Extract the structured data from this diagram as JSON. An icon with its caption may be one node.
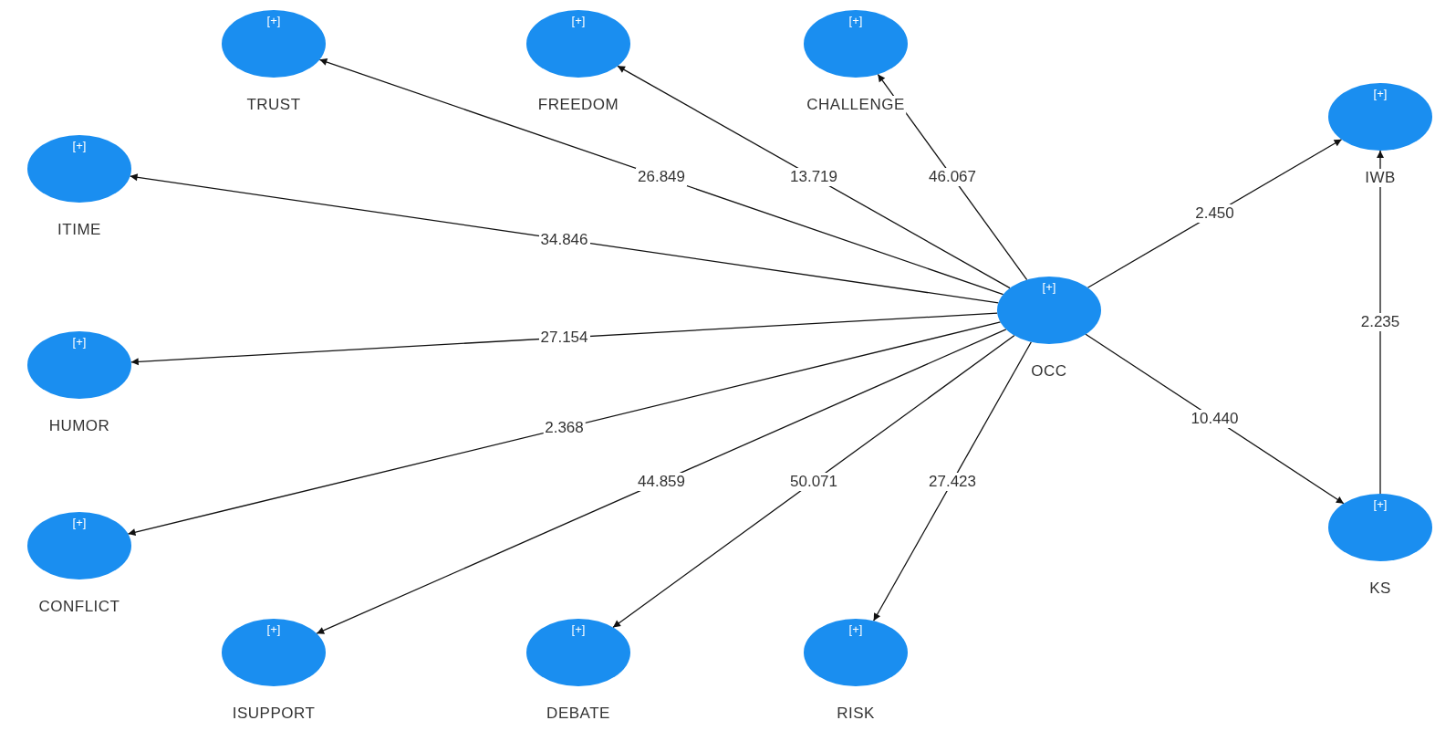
{
  "diagram": {
    "nodes": [
      {
        "text": [
          "[+]",
          "TRUST"
        ]
      },
      {
        "text": [
          "[+]",
          "FREEDOM"
        ]
      },
      {
        "text": [
          "[+]",
          "CHALLENGE"
        ]
      },
      {
        "text": [
          "[+]",
          "IWB"
        ]
      },
      {
        "text": [
          "[+]",
          "ITIME"
        ]
      },
      {
        "text": [
          "[+]",
          "HUMOR"
        ]
      },
      {
        "text": [
          "[+]",
          "OCC"
        ]
      },
      {
        "text": [
          "[+]",
          "CONFLICT"
        ]
      },
      {
        "text": [
          "[+]",
          "KS"
        ]
      },
      {
        "text": [
          "[+]",
          "ISUPPORT"
        ]
      },
      {
        "text": [
          "[+]",
          "DEBATE"
        ]
      },
      {
        "text": [
          "[+]",
          "RISK"
        ]
      }
    ],
    "edges": [
      {
        "from": 6,
        "to": 0,
        "arrow": "to",
        "label": "26.849"
      },
      {
        "from": 6,
        "to": 1,
        "arrow": "to",
        "label": "13.719"
      },
      {
        "from": 6,
        "to": 2,
        "arrow": "to",
        "label": "46.067"
      },
      {
        "from": 6,
        "to": 3,
        "arrow": "to",
        "label": "2.450"
      },
      {
        "from": 6,
        "to": 4,
        "arrow": "to",
        "label": "34.846"
      },
      {
        "from": 6,
        "to": 5,
        "arrow": "to",
        "label": "27.154"
      },
      {
        "from": 6,
        "to": 7,
        "arrow": "to",
        "label": "2.368"
      },
      {
        "from": 6,
        "to": 8,
        "arrow": "to",
        "label": "10.440"
      },
      {
        "from": 8,
        "to": 3,
        "arrow": "to",
        "label": "2.235"
      },
      {
        "from": 6,
        "to": 9,
        "arrow": "to",
        "label": "44.859"
      },
      {
        "from": 6,
        "to": 10,
        "arrow": "to",
        "label": "50.071"
      },
      {
        "from": 6,
        "to": 11,
        "arrow": "to",
        "label": "27.423"
      }
    ]
  }
}
